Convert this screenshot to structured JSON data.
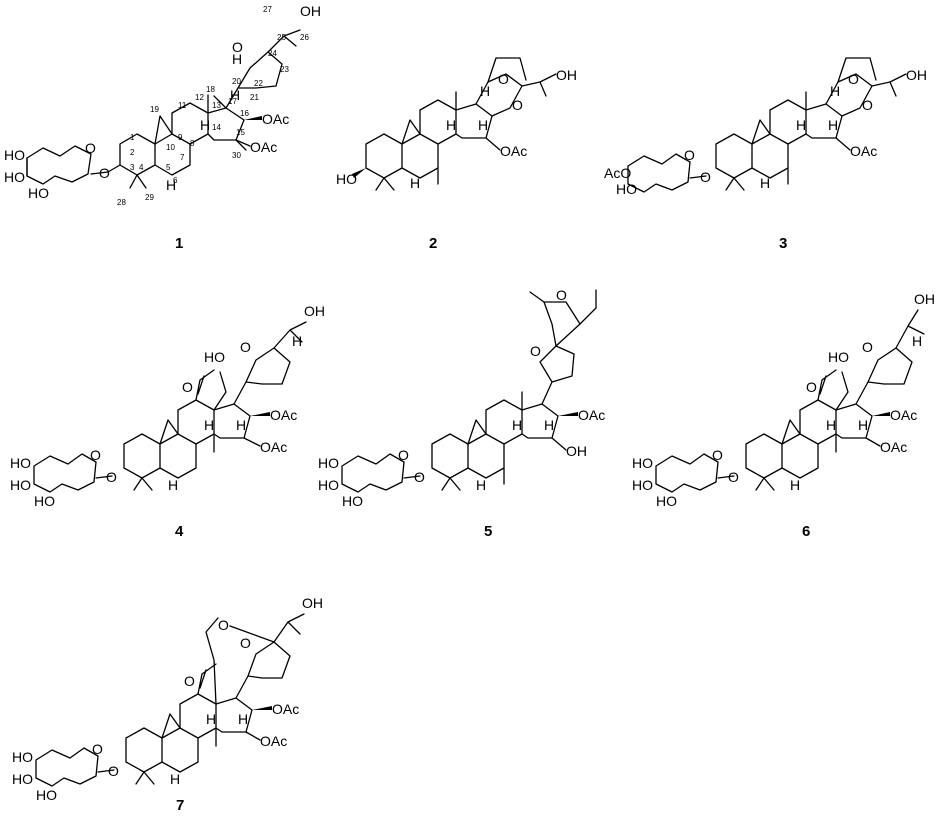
{
  "figure": {
    "compounds": [
      {
        "id": "1",
        "labels": [
          "HO",
          "HO",
          "HO",
          "O",
          "O",
          "OAc",
          "OAc",
          "O",
          "OH",
          "H",
          "H",
          "H",
          "H"
        ],
        "locants": [
          "1",
          "2",
          "3",
          "4",
          "5",
          "6",
          "7",
          "8",
          "9",
          "10",
          "11",
          "12",
          "13",
          "14",
          "15",
          "16",
          "17",
          "18",
          "19",
          "20",
          "21",
          "22",
          "23",
          "24",
          "25",
          "26",
          "27",
          "28",
          "29",
          "30"
        ]
      },
      {
        "id": "2",
        "labels": [
          "HO",
          "OAc",
          "O",
          "O",
          "OH",
          "H",
          "H",
          "H",
          "H"
        ]
      },
      {
        "id": "3",
        "labels": [
          "AcO",
          "HO",
          "O",
          "O",
          "OAc",
          "O",
          "O",
          "OH",
          "H",
          "H",
          "H",
          "H"
        ]
      },
      {
        "id": "4",
        "labels": [
          "HO",
          "HO",
          "HO",
          "O",
          "O",
          "O",
          "HO",
          "OAc",
          "OAc",
          "O",
          "OH",
          "H",
          "H",
          "H",
          "H"
        ]
      },
      {
        "id": "5",
        "labels": [
          "HO",
          "HO",
          "HO",
          "O",
          "O",
          "OAc",
          "OH",
          "O",
          "O",
          "H",
          "H",
          "H"
        ]
      },
      {
        "id": "6",
        "labels": [
          "HO",
          "HO",
          "HO",
          "O",
          "O",
          "O",
          "HO",
          "OAc",
          "OAc",
          "O",
          "OH",
          "H",
          "H",
          "H",
          "H"
        ]
      },
      {
        "id": "7",
        "labels": [
          "HO",
          "HO",
          "HO",
          "O",
          "O",
          "O",
          "O",
          "OAc",
          "OAc",
          "O",
          "OH",
          "H",
          "H",
          "H"
        ]
      }
    ]
  }
}
